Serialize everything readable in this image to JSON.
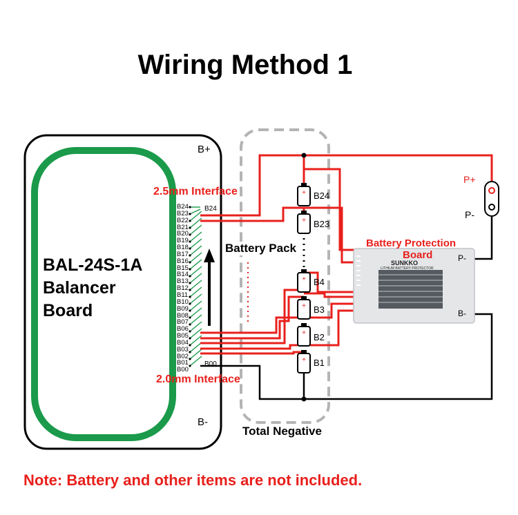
{
  "title": "Wiring Method 1",
  "balancer": {
    "name_lines": [
      "BAL-24S-1A",
      "Balancer",
      "Board"
    ],
    "terminal_top": "B+",
    "terminal_bottom": "B-",
    "pins": [
      "B24",
      "B23",
      "B22",
      "B21",
      "B20",
      "B19",
      "B18",
      "B17",
      "B16",
      "B15",
      "B14",
      "B13",
      "B12",
      "B11",
      "B10",
      "B09",
      "B08",
      "B07",
      "B06",
      "B05",
      "B04",
      "B03",
      "B02",
      "B01",
      "B00"
    ],
    "pin_top_tag": "B24",
    "pin_bottom_tag": "B00"
  },
  "interfaces": {
    "top": "2.5mm Interface",
    "bottom": "2.0mm Interface"
  },
  "battery_pack": {
    "label": "Battery Pack",
    "cells": [
      "B24",
      "B23",
      "B4",
      "B3",
      "B2",
      "B1"
    ],
    "negative_label": "Total Negative"
  },
  "protection_board": {
    "label_line1": "Battery Protection",
    "label_line2": "Board",
    "brand": "SUNKKO",
    "subtitle": "LITHIUM BATTERY PROTECTOR",
    "terminal_pminus": "P-",
    "terminal_bminus": "B-"
  },
  "output": {
    "pplus": "P+",
    "pminus": "P-"
  },
  "note": "Note: Battery and other items are not included.",
  "colors": {
    "wire_red": "#e8201c",
    "wire_black": "#000000",
    "balancer_green": "#1a9a4a",
    "pack_dash": "#b0b0b0"
  }
}
